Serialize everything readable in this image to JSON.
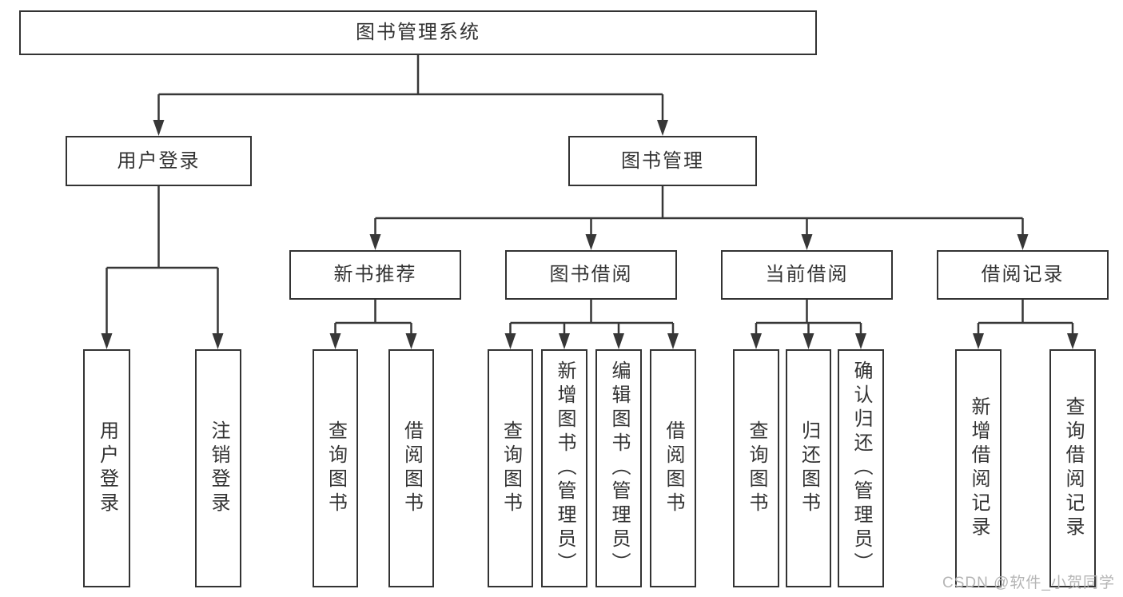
{
  "diagram": {
    "title_node": "图书管理系统",
    "branches": {
      "user_login": {
        "label": "用户登录",
        "children": [
          "用户登录",
          "注销登录"
        ]
      },
      "book_management": {
        "label": "图书管理",
        "groups": {
          "new_book": {
            "label": "新书推荐",
            "children": [
              "查询图书",
              "借阅图书"
            ]
          },
          "book_borrow": {
            "label": "图书借阅",
            "children": [
              "查询图书",
              "新增图书（管理员）",
              "编辑图书（管理员）",
              "借阅图书"
            ]
          },
          "current_borrow": {
            "label": "当前借阅",
            "children": [
              "查询图书",
              "归还图书",
              "确认归还（管理员）"
            ]
          },
          "borrow_records": {
            "label": "借阅记录",
            "children": [
              "新增借阅记录",
              "查询借阅记录"
            ]
          }
        }
      }
    }
  },
  "watermark": {
    "text": "CSDN @软件_小贺同学"
  },
  "colors": {
    "line": "#373737",
    "box_border": "#333333",
    "text": "#333333",
    "background": "#ffffff",
    "watermark": "#b5b5b5"
  }
}
